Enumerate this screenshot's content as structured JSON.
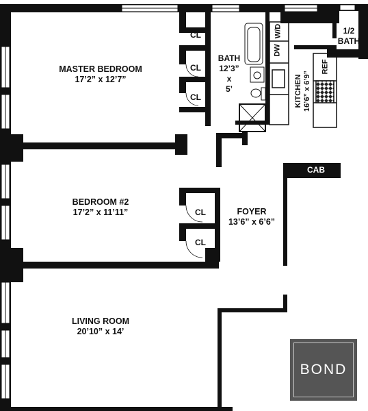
{
  "rooms": {
    "master_bedroom": {
      "name": "MASTER BEDROOM",
      "dims": "17’2” x 12’7”"
    },
    "bedroom2": {
      "name": "BEDROOM #2",
      "dims": "17’2” x 11’11”"
    },
    "living_room": {
      "name": "LIVING ROOM",
      "dims": "20’10” x 14’"
    },
    "foyer": {
      "name": "FOYER",
      "dims": "13’6” x 6’6”"
    },
    "bath": {
      "name": "BATH",
      "dim1": "12’3”",
      "x": "x",
      "dim2": "5’"
    },
    "half_bath": {
      "line1": "1/2",
      "line2": "BATH"
    },
    "kitchen": {
      "name": "KITCHEN",
      "dims": "16’6” x 6’9”"
    }
  },
  "closets": [
    "CL",
    "CL",
    "CL",
    "CL",
    "CL"
  ],
  "fixtures": {
    "dw": "DW",
    "wd": "W/D",
    "ref": "REF",
    "cab": "CAB"
  },
  "logo": {
    "text": "BOND",
    "color": "#555555"
  }
}
